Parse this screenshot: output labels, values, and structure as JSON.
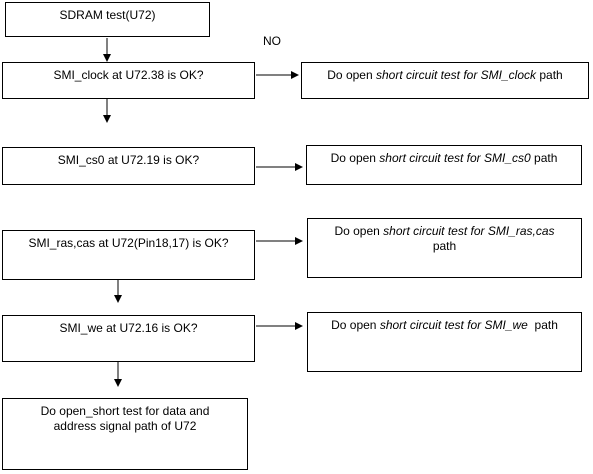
{
  "nodes": {
    "start": "SDRAM test(U72)",
    "q_clock": "SMI_clock at U72.38 is OK?",
    "q_cs0": "SMI_cs0 at U72.19 is OK?",
    "q_rascas": "SMI_ras,cas at U72(Pin18,17) is OK?",
    "q_we": "SMI_we at U72.16 is OK?",
    "final_line1": "Do open_short test for data and",
    "final_line2": "address signal path of U72"
  },
  "actions": {
    "prefix": "Do open ",
    "clock_italic": "short circuit test for SMI_clock",
    "clock_suffix": " path",
    "cs0_italic": "short circuit test for SMI_cs0",
    "cs0_suffix": " path",
    "rascas_italic": "short circuit test for SMI_ras,cas",
    "rascas_suffix": "path",
    "we_italic": "short circuit test for SMI_we",
    "we_suffix": "  path"
  },
  "edge_labels": {
    "no": "NO"
  }
}
